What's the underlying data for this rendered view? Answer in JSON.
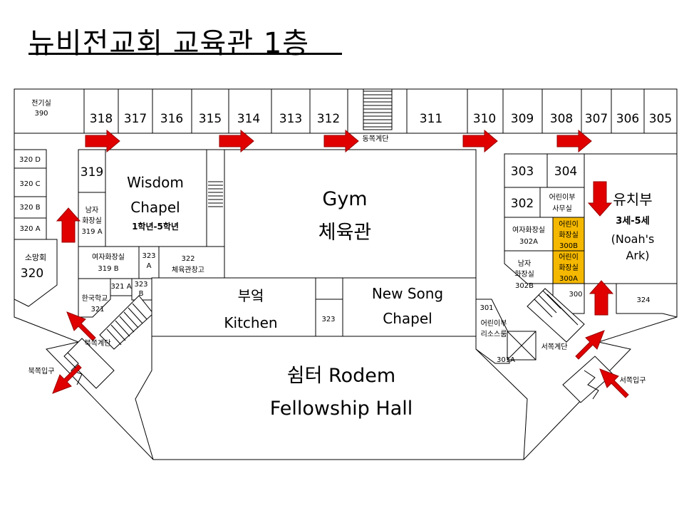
{
  "title": "뉴비전교회 교육관 1층",
  "colors": {
    "highlight": "#F5B800",
    "arrow": "#E00000",
    "line": "#000000"
  },
  "rooms": {
    "r390_name": "전기실",
    "r390_num": "390",
    "r318": "318",
    "r317": "317",
    "r316": "316",
    "r315": "315",
    "r314": "314",
    "r313": "313",
    "r312": "312",
    "r311": "311",
    "r310": "310",
    "r309": "309",
    "r308": "308",
    "r307": "307",
    "r306": "306",
    "r305": "305",
    "r320D": "320 D",
    "r320C": "320 C",
    "r320B": "320 B",
    "r320A": "320 A",
    "r319": "319",
    "r319A_1": "남자",
    "r319A_2": "화장실",
    "r319A_3": "319 A",
    "r320_name": "소망회",
    "r320_num": "320",
    "wisdom_1": "Wisdom",
    "wisdom_2": "Chapel",
    "wisdom_3": "1학년-5학년",
    "r319B_1": "여자화장실",
    "r319B_2": "319 B",
    "r323A_1": "323",
    "r323A_2": "A",
    "r322_1": "322",
    "r322_2": "체육관창고",
    "r321A": "321 A",
    "r323B_1": "323",
    "r323B_2": "B",
    "r321_1": "한국학교",
    "r321_2": "321",
    "gym_en": "Gym",
    "gym_ko": "체육관",
    "kitchen_ko": "부엌",
    "kitchen_en": "Kitchen",
    "r323": "323",
    "newsong_1": "New Song",
    "newsong_2": "Chapel",
    "rodem": "쉼터 Rodem",
    "fellowship": "Fellowship Hall",
    "r303": "303",
    "r304": "304",
    "r302": "302",
    "kidsoffice_1": "어린이부",
    "kidsoffice_2": "사무실",
    "r302A_1": "여자화장실",
    "r302A_2": "302A",
    "r300B_1": "어린이",
    "r300B_2": "화장실",
    "r300B_3": "300B",
    "r302B_1": "남자",
    "r302B_2": "화장실",
    "r302B_3": "302B",
    "r300A_1": "어린이",
    "r300A_2": "화장실",
    "r300A_3": "300A",
    "r300": "300",
    "r324": "324",
    "kinder_1": "유치부",
    "kinder_2": "3세-5세",
    "kinder_3": "(Noah's",
    "kinder_4": "Ark)",
    "r301": "301",
    "resource_1": "어린이부",
    "resource_2": "리소스룸",
    "r301A": "301A"
  },
  "labels": {
    "east_stairs": "동쪽계단",
    "north_stairs": "북쪽계단",
    "west_stairs": "서쪽계단",
    "north_entrance": "북쪽입구",
    "west_entrance": "서쪽입구"
  },
  "arrows": [
    {
      "direction": "right"
    },
    {
      "direction": "right"
    },
    {
      "direction": "right"
    },
    {
      "direction": "right"
    },
    {
      "direction": "right"
    },
    {
      "direction": "up"
    },
    {
      "direction": "down"
    },
    {
      "direction": "up"
    },
    {
      "direction": "up-left"
    },
    {
      "direction": "down-left"
    },
    {
      "direction": "up-right"
    },
    {
      "direction": "up-left"
    }
  ]
}
